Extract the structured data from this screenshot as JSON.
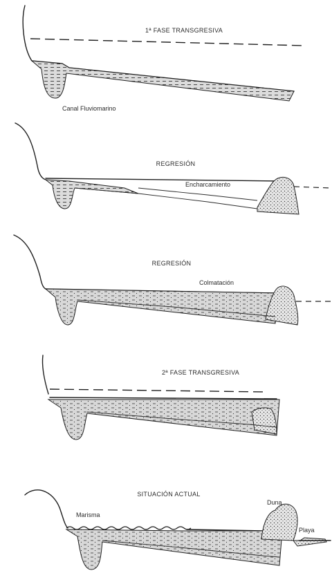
{
  "panels": [
    {
      "title": "1ª FASE TRANSGRESIVA",
      "labels": [
        "Canal Fluviomarino"
      ]
    },
    {
      "title": "REGRESIÓN",
      "labels": [
        "Encharcamiento"
      ]
    },
    {
      "title": "REGRESIÓN",
      "labels": [
        "Colmatación"
      ]
    },
    {
      "title": "2ª FASE TRANSGRESIVA",
      "labels": []
    },
    {
      "title": "SITUACIÓN ACTUAL",
      "labels": [
        "Marisma",
        "Duna",
        "Playa"
      ]
    }
  ]
}
